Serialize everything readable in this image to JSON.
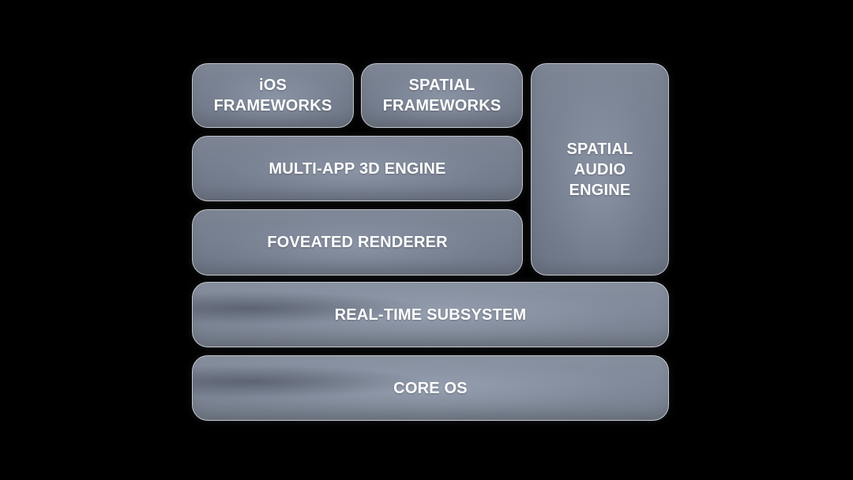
{
  "diagram": {
    "blocks": {
      "ios_frameworks": "iOS\nFRAMEWORKS",
      "spatial_frameworks": "SPATIAL\nFRAMEWORKS",
      "spatial_audio_engine": "SPATIAL\nAUDIO\nENGINE",
      "multi_app_3d_engine": "MULTI-APP 3D ENGINE",
      "foveated_renderer": "FOVEATED RENDERER",
      "real_time_subsystem": "REAL-TIME SUBSYSTEM",
      "core_os": "CORE OS"
    }
  },
  "colors": {
    "background": "#000000",
    "block_fill": "#7c8596",
    "block_border": "#d8dde6",
    "text": "#ffffff"
  }
}
